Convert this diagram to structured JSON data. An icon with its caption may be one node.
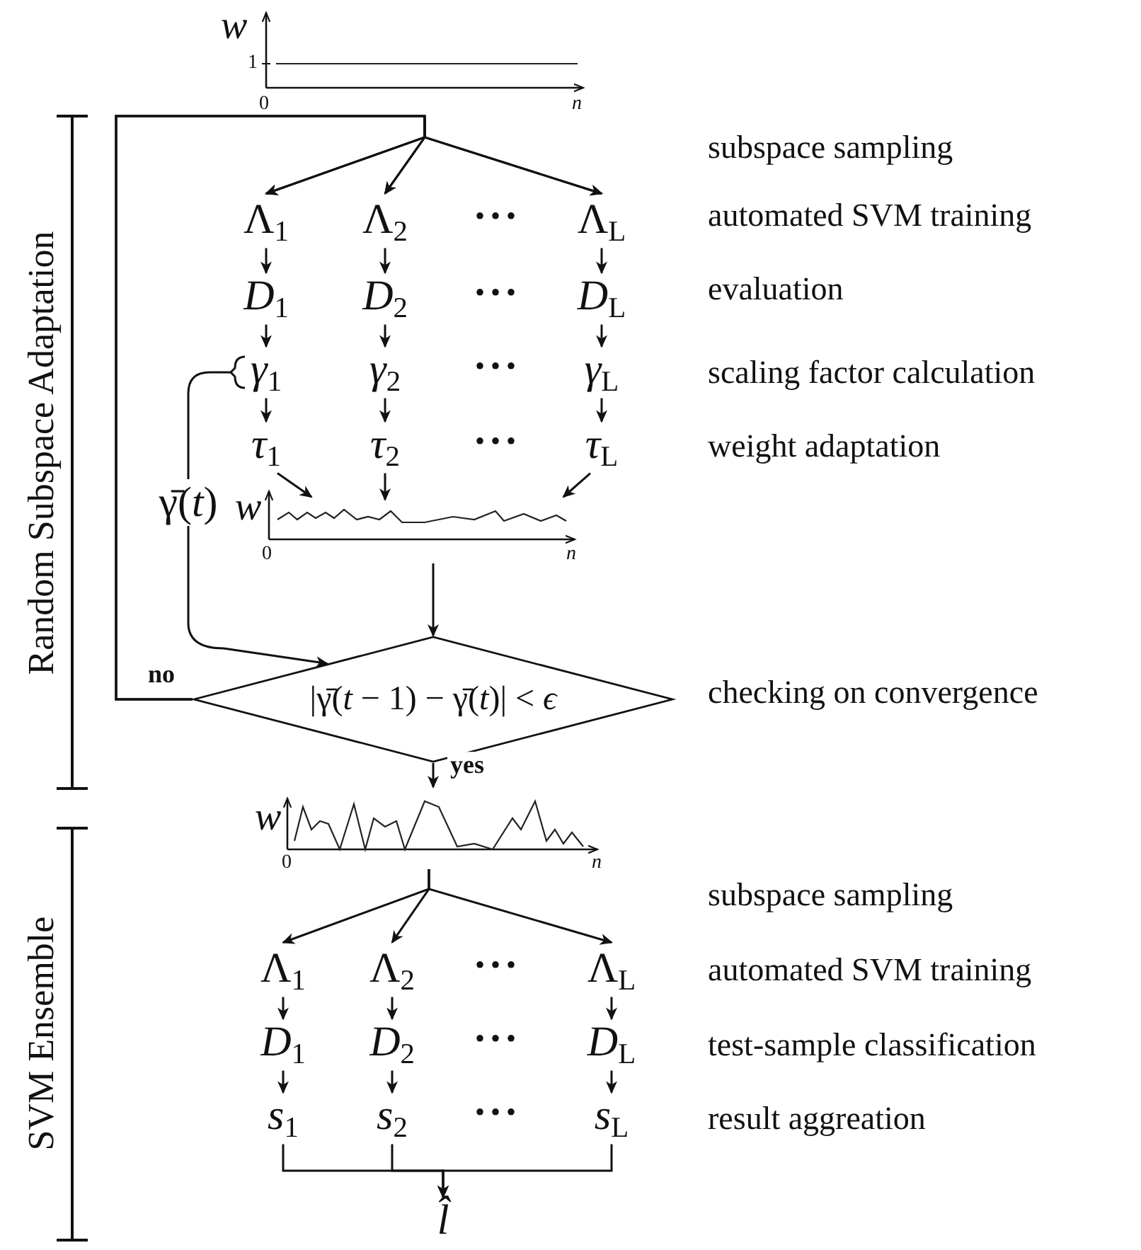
{
  "diagram": {
    "nodes": [
      {
        "text": [
          "w",
          "1",
          "0",
          "n"
        ]
      },
      {
        "text": [
          "Λ$_{1}$"
        ]
      },
      {
        "text": [
          "Λ$_{2}$"
        ]
      },
      {
        "text": [
          "Λ$_{L}$"
        ]
      },
      {
        "text": [
          "*D*$_{1}$"
        ]
      },
      {
        "text": [
          "*D*$_{2}$"
        ]
      },
      {
        "text": [
          "*D*$_{L}$"
        ]
      },
      {
        "text": [
          "*γ*$_{1}$"
        ]
      },
      {
        "text": [
          "*γ*$_{2}$"
        ]
      },
      {
        "text": [
          "*γ*$_{L}$"
        ]
      },
      {
        "text": [
          "*τ*$_{1}$"
        ]
      },
      {
        "text": [
          "*τ*$_{2}$"
        ]
      },
      {
        "text": [
          "*τ*$_{L}$"
        ]
      },
      {
        "text": [
          "γ̄(*t*)"
        ]
      },
      {
        "text": [
          "w",
          "0",
          "n"
        ]
      },
      {
        "text": [
          "|γ̄(*t* − 1) − γ̄(*t*)| < *ϵ*"
        ]
      },
      {
        "text": [
          "w",
          "0",
          "n"
        ]
      },
      {
        "text": [
          "Λ$_{1}$"
        ]
      },
      {
        "text": [
          "Λ$_{2}$"
        ]
      },
      {
        "text": [
          "Λ$_{L}$"
        ]
      },
      {
        "text": [
          "*D*$_{1}$"
        ]
      },
      {
        "text": [
          "*D*$_{2}$"
        ]
      },
      {
        "text": [
          "*D*$_{L}$"
        ]
      },
      {
        "text": [
          "*s*$_{1}$"
        ]
      },
      {
        "text": [
          "*s*$_{2}$"
        ]
      },
      {
        "text": [
          "*s*$_{L}$"
        ]
      },
      {
        "text": [
          "l̂"
        ]
      }
    ],
    "edges": [
      {
        "from": 0,
        "to": 1,
        "arrow": "to"
      },
      {
        "from": 0,
        "to": 2,
        "arrow": "to"
      },
      {
        "from": 0,
        "to": 3,
        "arrow": "to"
      },
      {
        "from": 15,
        "to": 1,
        "arrow": "to",
        "label": "no"
      },
      {
        "from": 15,
        "to": 2,
        "arrow": "to"
      },
      {
        "from": 15,
        "to": 3,
        "arrow": "to"
      },
      {
        "from": 1,
        "to": 4,
        "arrow": "to"
      },
      {
        "from": 2,
        "to": 5,
        "arrow": "to"
      },
      {
        "from": 3,
        "to": 6,
        "arrow": "to"
      },
      {
        "from": 4,
        "to": 7,
        "arrow": "to"
      },
      {
        "from": 5,
        "to": 8,
        "arrow": "to"
      },
      {
        "from": 6,
        "to": 9,
        "arrow": "to"
      },
      {
        "from": 7,
        "to": 10,
        "arrow": "to"
      },
      {
        "from": 8,
        "to": 11,
        "arrow": "to"
      },
      {
        "from": 9,
        "to": 12,
        "arrow": "to"
      },
      {
        "from": 10,
        "to": 14,
        "arrow": "to"
      },
      {
        "from": 11,
        "to": 14,
        "arrow": "to"
      },
      {
        "from": 12,
        "to": 14,
        "arrow": "to"
      },
      {
        "from": 7,
        "to": 13,
        "arrow": "none"
      },
      {
        "from": 13,
        "to": 15,
        "arrow": "to"
      },
      {
        "from": 14,
        "to": 15,
        "arrow": "to"
      },
      {
        "from": 15,
        "to": 16,
        "arrow": "to",
        "label": "yes"
      },
      {
        "from": 16,
        "to": 17,
        "arrow": "to"
      },
      {
        "from": 16,
        "to": 18,
        "arrow": "to"
      },
      {
        "from": 16,
        "to": 19,
        "arrow": "to"
      },
      {
        "from": 17,
        "to": 20,
        "arrow": "to"
      },
      {
        "from": 18,
        "to": 21,
        "arrow": "to"
      },
      {
        "from": 19,
        "to": 22,
        "arrow": "to"
      },
      {
        "from": 20,
        "to": 23,
        "arrow": "to"
      },
      {
        "from": 21,
        "to": 24,
        "arrow": "to"
      },
      {
        "from": 22,
        "to": 25,
        "arrow": "to"
      },
      {
        "from": 23,
        "to": 26,
        "arrow": "to"
      },
      {
        "from": 24,
        "to": 26,
        "arrow": "to"
      },
      {
        "from": 25,
        "to": 26,
        "arrow": "to"
      }
    ],
    "labels": [
      "Random Subspace Adaptation",
      "SVM Ensemble",
      "subspace sampling",
      "automated SVM training",
      "evaluation",
      "scaling factor calculation",
      "weight adaptation",
      "checking on convergence",
      "subspace sampling",
      "automated SVM training",
      "test-sample classification",
      "result aggreation",
      "•••",
      "•••",
      "•••",
      "•••",
      "•••",
      "•••",
      "•••"
    ]
  }
}
